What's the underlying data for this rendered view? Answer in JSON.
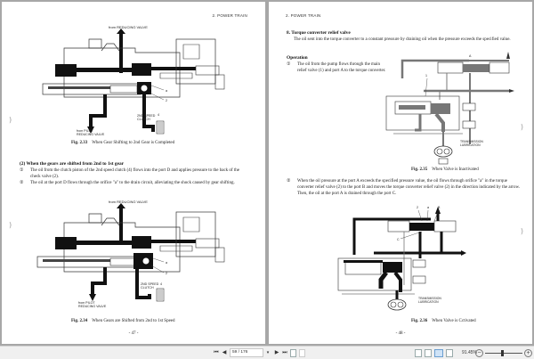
{
  "document": {
    "left_page": {
      "running_head": "2.  POWER TRAIN",
      "page_number": "- 47 -",
      "fig1": {
        "label_top": "from REDUCING VALVE",
        "label_bottom_line1": "from PILOT",
        "label_bottom_line2": "REDUCING VALVE",
        "label_clutch_line1": "2ND SPEED",
        "label_clutch_line2": "CLUTCH",
        "callout_a": "a",
        "callout_2": "2",
        "callout_4": "4",
        "caption_num": "Fig. 2.33",
        "caption_text": "When Gear Shifting to 2nd Gear is Completed"
      },
      "section": {
        "heading": "(2)  When the gears are shifted from 2nd to 1st gear",
        "items": [
          {
            "num": "①",
            "text": "The oil from the clutch piston of the 2nd speed clutch (4) flows into the port D and applies pressure to the back of the check valve (2)."
          },
          {
            "num": "②",
            "text": "The oil at the port D flows through the orifice \"a\" to the drain circuit, alleviating the shock caused by gear shifting."
          }
        ]
      },
      "fig2": {
        "label_top": "from REDUCING VALVE",
        "label_bottom_line1": "from PILOT",
        "label_bottom_line2": "REDUCING VALVE",
        "label_clutch_line1": "2ND SPEED",
        "label_clutch_line2": "CLUTCH",
        "callout_a": "a",
        "callout_2": "2",
        "callout_4": "4",
        "caption_num": "Fig. 2.34",
        "caption_text": "When Gears are Shifted from 2nd to 1st Speed"
      }
    },
    "right_page": {
      "running_head": "2.  POWER TRAIN",
      "page_number": "- 48 -",
      "heading": "8.  Torque converter relief valve",
      "intro": "The oil sent into the torque converter to a constant pressure by draining oil when the pressure exceeds the specified value.",
      "operation_heading": "Operation",
      "item1": {
        "num": "①",
        "text": "The oil from the pump flows through the main relief valve (1) and port A to the torque converter."
      },
      "fig1": {
        "callout_a": "A",
        "callout_1": "1",
        "label_lub_line1": "TRANSMISSION",
        "label_lub_line2": "LUBRICATION",
        "caption_num": "Fig. 2.35",
        "caption_text": "When Valve is Inactivated"
      },
      "item2": {
        "num": "②",
        "text": "When the oil pressure at the port A exceeds the specified pressure value, the oil flows through orifice \"a\" in the torque converter relief valve (2) to the port B and moves the torque converter relief valve (2) in the direction indicated by the arrow.  Then, the oil at the port A is drained through the port C."
      },
      "fig2": {
        "callout_2": "2",
        "callout_a": "a",
        "callout_b": "B",
        "callout_c": "C",
        "label_lub_line1": "TRANSMISSION",
        "label_lub_line2": "LUBRICATION",
        "caption_num": "Fig. 2.36",
        "caption_text": "When Valve is Cctivated"
      }
    }
  },
  "statusbar": {
    "first_page_icon": "first-page-icon",
    "prev_page_icon": "prev-page-icon",
    "page_field": "59 / 176",
    "next_page_icon": "next-page-icon",
    "last_page_icon": "last-page-icon",
    "zoom_level": "91.45%",
    "zoom_out_label": "−",
    "zoom_in_label": "+",
    "first_glyph": "⏮",
    "prev_glyph": "◀",
    "next_glyph": "▶",
    "last_glyph": "⏭",
    "drop_glyph": "▾"
  },
  "binder_mark": ")"
}
